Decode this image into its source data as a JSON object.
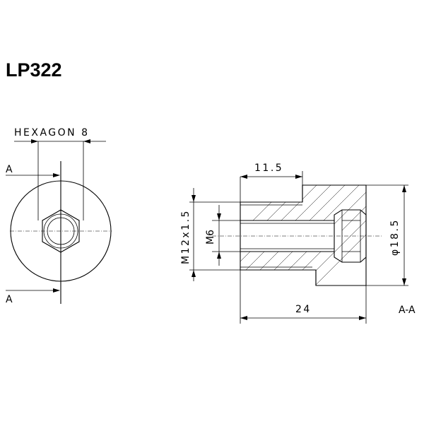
{
  "part_number": "LP322",
  "labels": {
    "hexagon": "HEXAGON 8",
    "section_a_top": "A",
    "section_a_bottom": "A",
    "section_view": "A-A",
    "dim_length_thread": "11.5",
    "dim_total_length": "24",
    "dim_diameter": "φ18.5",
    "dim_outer_thread": "M12x1.5",
    "dim_inner_thread": "M6"
  }
}
